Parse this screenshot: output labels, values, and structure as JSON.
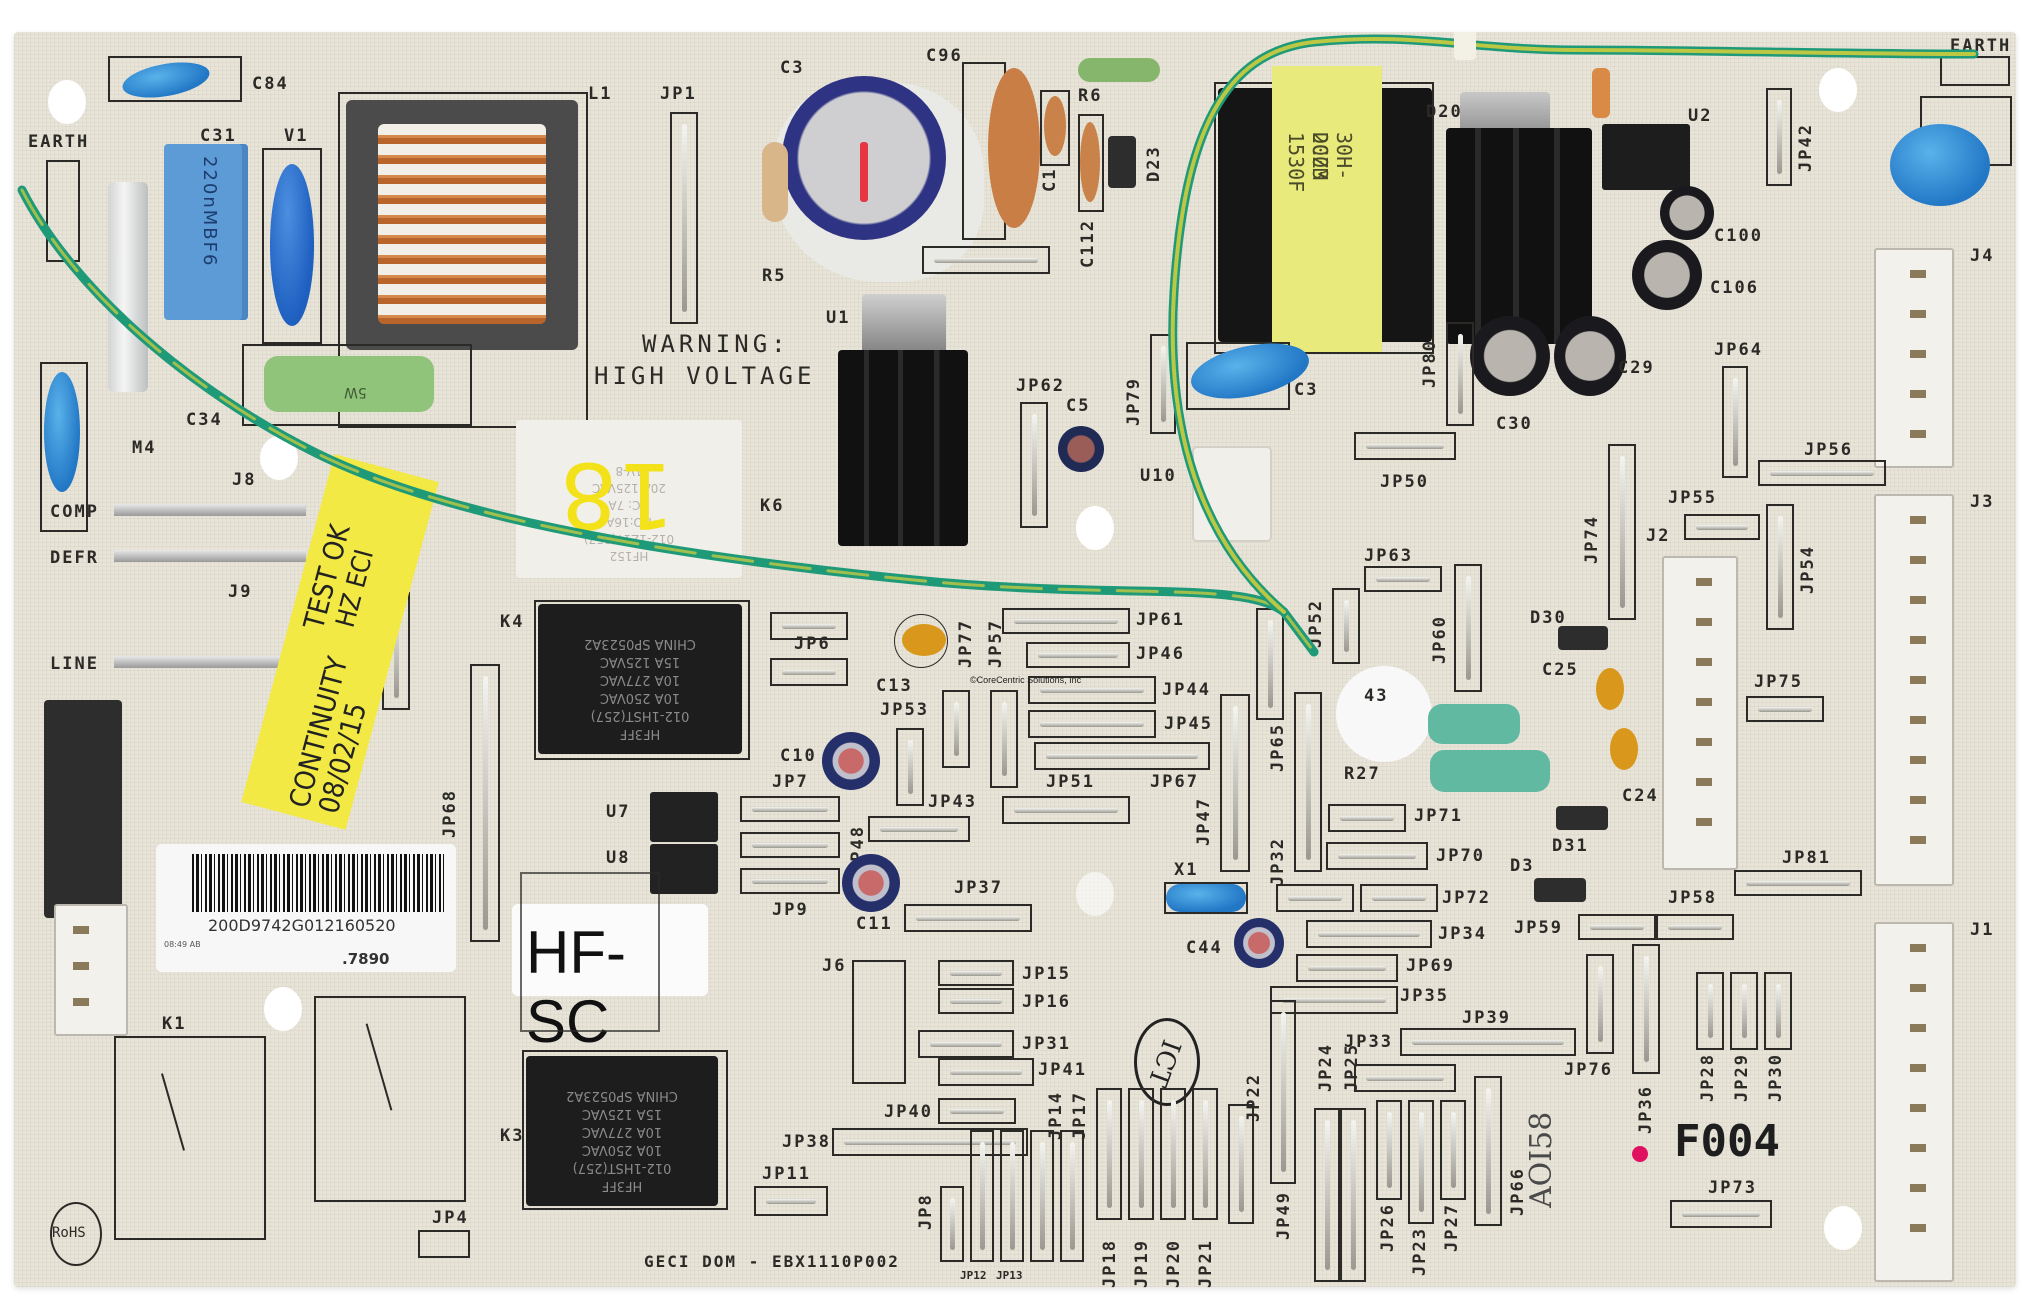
{
  "image": {
    "subject": "Refrigerator main control board (PCB)",
    "watermark": "©CoreCentric Solutions, Inc"
  },
  "board": {
    "part_number": "GECI DOM - EBX1110P002",
    "model_sticker": "HF-SC",
    "barcode_number": "200D9742G012160520",
    "barcode_small_text": "08:49 AB",
    "barcode_suffix": ".7890",
    "warning_line1": "WARNING:",
    "warning_line2": "HIGH VOLTAGE",
    "rohs": "RoHS",
    "ict": "ICT",
    "handwritten_code": "F004",
    "date_code": "AOI58",
    "relay_marker": "18",
    "transformer_text_line1": "30H-2003",
    "transformer_text_line2": "DCZM 1530F",
    "c31_text": "220nMBF6",
    "resistor_m4_text": "5W",
    "wire_marker": "43"
  },
  "tag": {
    "line1": "TEST OK",
    "line2": "HZ ECI",
    "line3": "CONTINUITY",
    "line4": "08/02/15"
  },
  "terminals": {
    "earth_left": "EARTH",
    "earth_right": "EARTH",
    "comp": "COMP",
    "defr": "DEFR",
    "line": "LINE"
  },
  "relays": {
    "k4_lines": [
      "HF3FF",
      "012-1HST(257)",
      "10A 250VAC",
      "10A 277VAC",
      "15A 125VAC",
      "CHINA  SP0523A2"
    ],
    "k3_lines": [
      "HF3FF",
      "012-1HST(257)",
      "10A 250VAC",
      "10A 277VAC",
      "15A 125VAC",
      "CHINA  SP0523A2"
    ],
    "k6_lines": [
      "HF152",
      "012-1Z1T(357)",
      "NO:16A",
      "NC: 7A",
      "20A 125VAC",
      "1V-8",
      "CHINA  MP0626C"
    ]
  },
  "designators": {
    "C84": "C84",
    "L1": "L1",
    "JP1": "JP1",
    "C31": "C31",
    "V1": "V1",
    "C3x": "C3",
    "C96": "C96",
    "R6": "R6",
    "R5": "R5",
    "C1x": "C1",
    "C112": "C112",
    "D23": "D23",
    "D20": "D20",
    "U2": "U2",
    "JP42": "JP42",
    "C100": "C100",
    "C106": "C106",
    "J4": "J4",
    "C29": "C29",
    "JP64": "JP64",
    "JP80": "JP80",
    "C30": "C30",
    "JP56": "JP56",
    "J3": "J3",
    "JP55": "JP55",
    "J2": "J2",
    "JP54": "JP54",
    "JP74": "JP74",
    "JP75": "JP75",
    "JP81": "JP81",
    "J1": "J1",
    "JP58": "JP58",
    "U1": "U1",
    "JP62": "JP62",
    "C5": "C5",
    "JP79": "JP79",
    "C3": "C3",
    "U10": "U10",
    "JP50": "JP50",
    "JP63": "JP63",
    "JP52": "JP52",
    "JP60": "JP60",
    "D30": "D30",
    "C25": "C25",
    "C24": "C24",
    "R27": "R27",
    "D31": "D31",
    "JP71": "JP71",
    "JP70": "JP70",
    "D3": "D3",
    "JP72": "JP72",
    "JP59": "JP59",
    "JP34": "JP34",
    "JP69": "JP69",
    "JP35": "JP35",
    "JP39": "JP39",
    "JP33": "JP33",
    "JP76": "JP76",
    "JP36": "JP36",
    "JP28": "JP28",
    "JP29": "JP29",
    "JP30": "JP30",
    "JP73": "JP73",
    "C34": "C34",
    "M4": "M4",
    "C3_left": "C3",
    "J8": "J8",
    "J9": "J9",
    "K6": "K6",
    "K4": "K4",
    "JP61": "JP61",
    "JP46": "JP46",
    "JP44": "JP44",
    "JP45": "JP45",
    "JP67": "JP67",
    "JP51": "JP51",
    "JP6": "JP6",
    "C13": "C13",
    "JP77": "JP77",
    "JP57": "JP57",
    "JP53": "JP53",
    "C10": "C10",
    "JP7": "JP7",
    "JP43": "JP43",
    "JP48": "JP48",
    "U7": "U7",
    "U8": "U8",
    "JP9": "JP9",
    "C11": "C11",
    "JP37": "JP37",
    "X1": "X1",
    "C44": "C44",
    "JP47": "JP47",
    "JP65": "JP65",
    "JP32": "JP32",
    "JP68": "JP68",
    "J6": "J6",
    "JP15": "JP15",
    "JP16": "JP16",
    "JP31": "JP31",
    "JP41": "JP41",
    "JP40": "JP40",
    "JP14": "JP14",
    "JP17": "JP17",
    "JP38": "JP38",
    "JP22": "JP22",
    "JP49": "JP49",
    "JP24": "JP24",
    "JP25": "JP25",
    "JP26": "JP26",
    "JP23": "JP23",
    "JP27": "JP27",
    "JP66": "JP66",
    "JP18": "JP18",
    "JP19": "JP19",
    "JP20": "JP20",
    "JP21": "JP21",
    "JP8": "JP8",
    "JP12": "JP12",
    "JP13": "JP13",
    "JP11": "JP11",
    "JP4": "JP4",
    "K1": "K1",
    "K3": "K3"
  },
  "colors": {
    "board": "#e8e4d8",
    "silkscreen": "#2b2a26",
    "ground_wire_green": "#1f9a78",
    "ground_wire_yellow": "#d8cf3a",
    "tag_yellow": "#f3e944",
    "blue_capacitor": "#2f8fd6",
    "magenta_dot": "#e0115f"
  }
}
